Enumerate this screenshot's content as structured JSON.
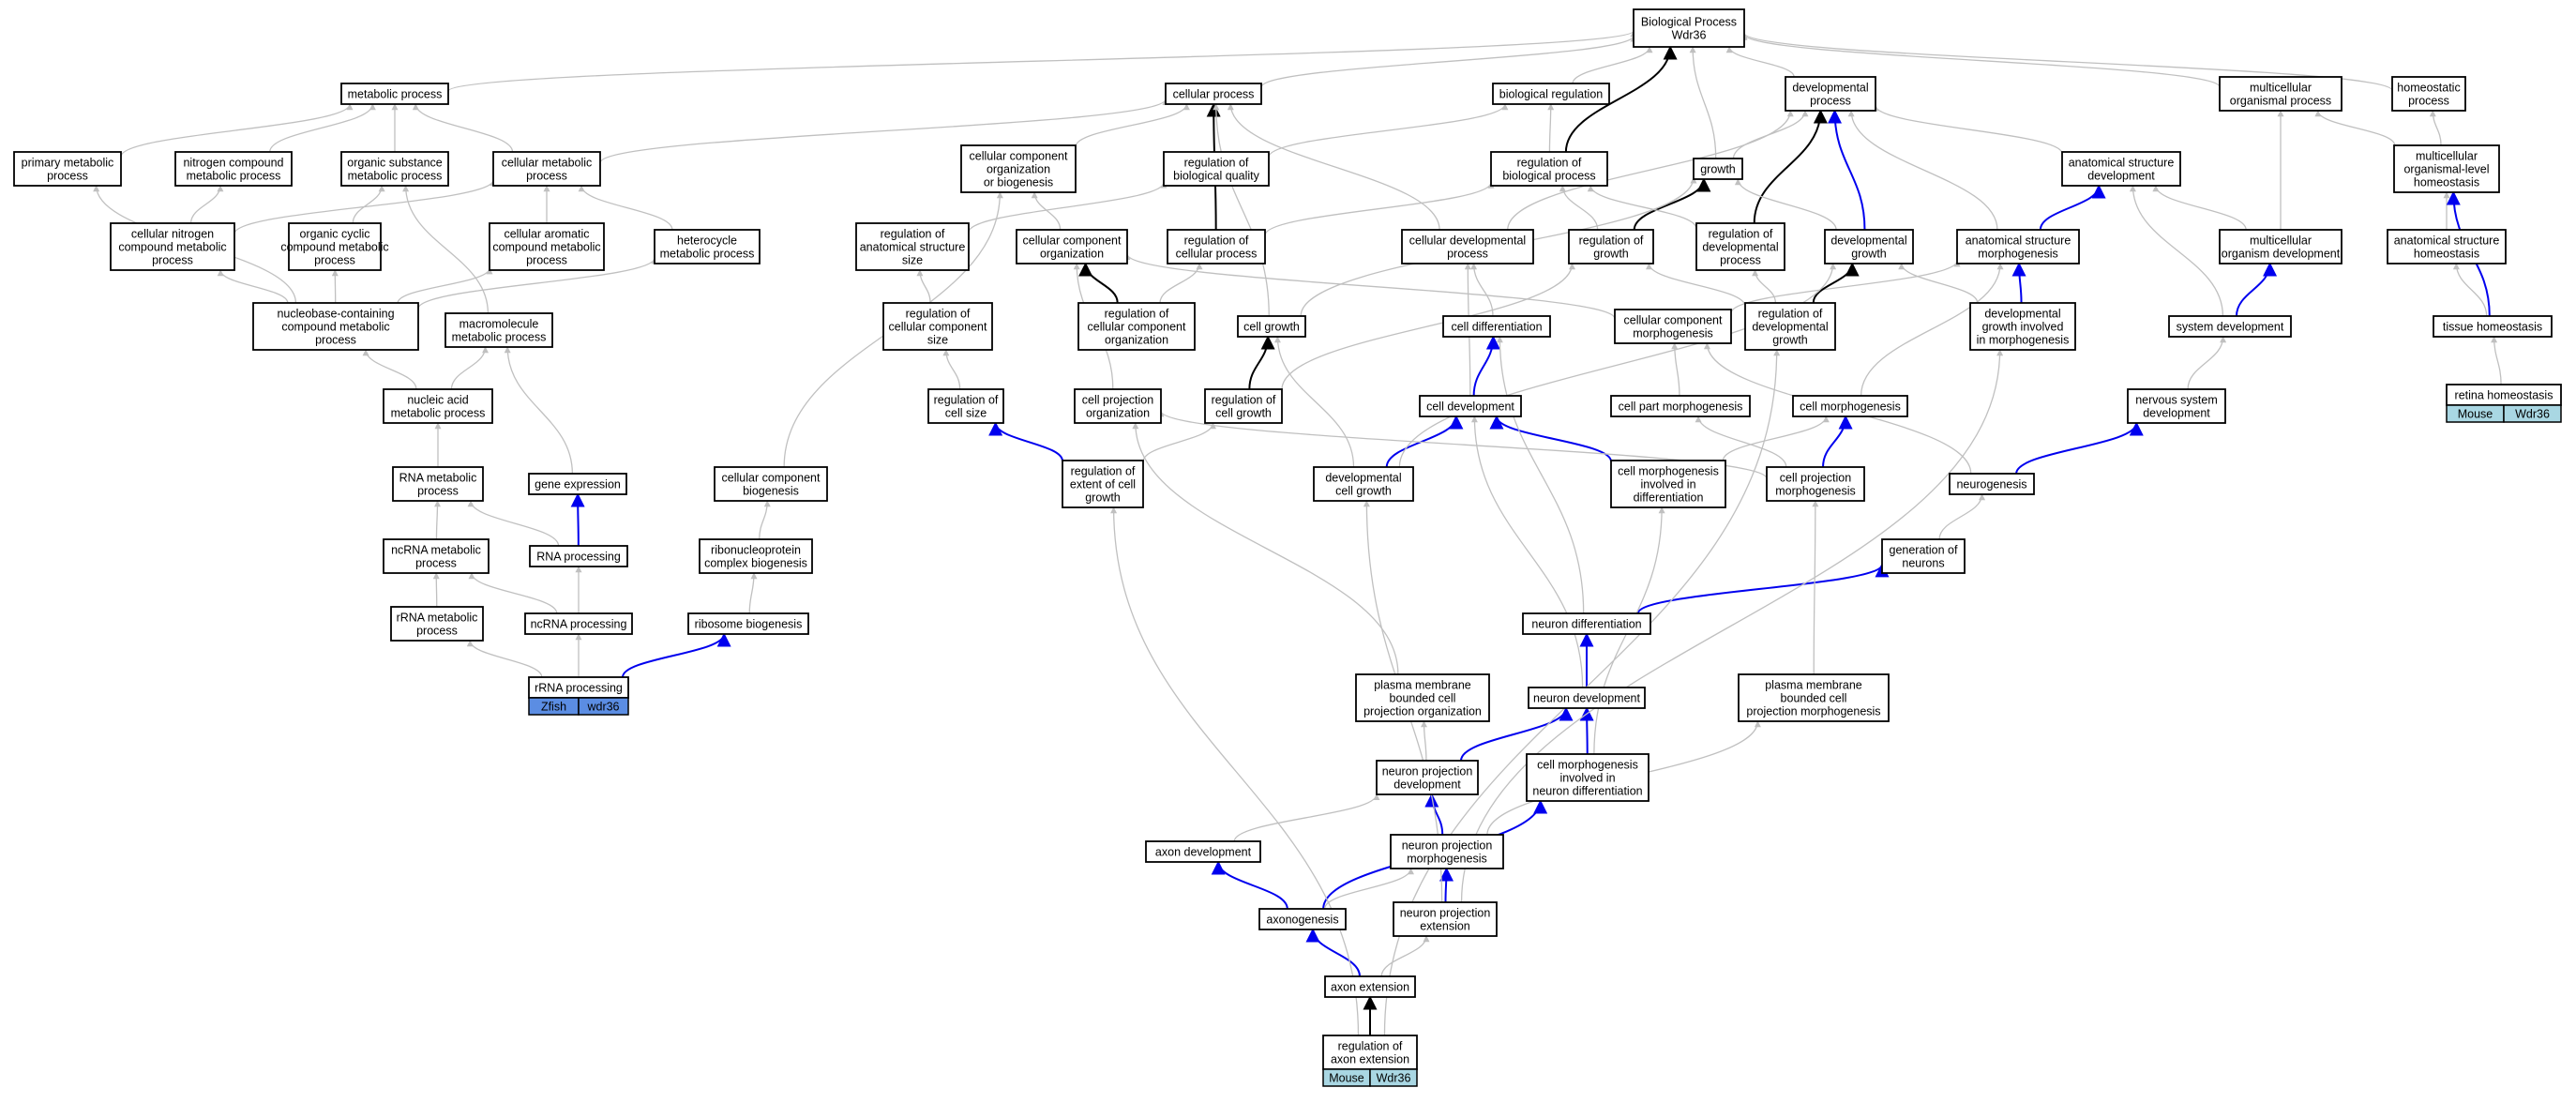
{
  "nodes": [
    {
      "id": "bp",
      "lines": [
        "Biological Process",
        "Wdr36"
      ]
    },
    {
      "id": "metabolic",
      "lines": [
        "metabolic process"
      ]
    },
    {
      "id": "cellproc",
      "lines": [
        "cellular process"
      ]
    },
    {
      "id": "bioreg",
      "lines": [
        "biological regulation"
      ]
    },
    {
      "id": "devproc",
      "lines": [
        "developmental",
        "process"
      ]
    },
    {
      "id": "multiorg",
      "lines": [
        "multicellular",
        "organismal process"
      ]
    },
    {
      "id": "homeoproc",
      "lines": [
        "homeostatic",
        "process"
      ]
    },
    {
      "id": "primmet",
      "lines": [
        "primary metabolic",
        "process"
      ]
    },
    {
      "id": "nitro",
      "lines": [
        "nitrogen compound",
        "metabolic process"
      ]
    },
    {
      "id": "orgsub",
      "lines": [
        "organic substance",
        "metabolic process"
      ]
    },
    {
      "id": "cellmet",
      "lines": [
        "cellular metabolic",
        "process"
      ]
    },
    {
      "id": "ccob",
      "lines": [
        "cellular component",
        "organization",
        "or biogenesis"
      ]
    },
    {
      "id": "regbq",
      "lines": [
        "regulation of",
        "biological quality"
      ]
    },
    {
      "id": "regbp",
      "lines": [
        "regulation of",
        "biological process"
      ]
    },
    {
      "id": "growth",
      "lines": [
        "growth"
      ]
    },
    {
      "id": "asd",
      "lines": [
        "anatomical structure",
        "development"
      ]
    },
    {
      "id": "morghomeo",
      "lines": [
        "multicellular",
        "organismal-level",
        "homeostasis"
      ]
    },
    {
      "id": "cnitro",
      "lines": [
        "cellular nitrogen",
        "compound metabolic",
        "process"
      ]
    },
    {
      "id": "ocyc",
      "lines": [
        "organic cyclic",
        "compound metabolic",
        "process"
      ]
    },
    {
      "id": "carom",
      "lines": [
        "cellular aromatic",
        "compound metabolic",
        "process"
      ]
    },
    {
      "id": "hetero",
      "lines": [
        "heterocycle",
        "metabolic process"
      ]
    },
    {
      "id": "regass",
      "lines": [
        "regulation of",
        "anatomical structure",
        "size"
      ]
    },
    {
      "id": "cco",
      "lines": [
        "cellular component",
        "organization"
      ]
    },
    {
      "id": "regcp",
      "lines": [
        "regulation of",
        "cellular process"
      ]
    },
    {
      "id": "celldevproc",
      "lines": [
        "cellular developmental",
        "process"
      ]
    },
    {
      "id": "reggrowth",
      "lines": [
        "regulation of",
        "growth"
      ]
    },
    {
      "id": "regdevproc",
      "lines": [
        "regulation of",
        "developmental",
        "process"
      ]
    },
    {
      "id": "devgrowth",
      "lines": [
        "developmental",
        "growth"
      ]
    },
    {
      "id": "asm",
      "lines": [
        "anatomical structure",
        "morphogenesis"
      ]
    },
    {
      "id": "mod",
      "lines": [
        "multicellular",
        "organism development"
      ]
    },
    {
      "id": "ash",
      "lines": [
        "anatomical structure",
        "homeostasis"
      ]
    },
    {
      "id": "nbc",
      "lines": [
        "nucleobase-containing",
        "compound metabolic",
        "process"
      ]
    },
    {
      "id": "macro",
      "lines": [
        "macromolecule",
        "metabolic process"
      ]
    },
    {
      "id": "regccs",
      "lines": [
        "regulation of",
        "cellular component",
        "size"
      ]
    },
    {
      "id": "regcco",
      "lines": [
        "regulation of",
        "cellular component",
        "organization"
      ]
    },
    {
      "id": "cellgrowth",
      "lines": [
        "cell growth"
      ]
    },
    {
      "id": "celldiff",
      "lines": [
        "cell differentiation"
      ]
    },
    {
      "id": "ccm",
      "lines": [
        "cellular component",
        "morphogenesis"
      ]
    },
    {
      "id": "regdevgrowth",
      "lines": [
        "regulation of",
        "developmental",
        "growth"
      ]
    },
    {
      "id": "dgim",
      "lines": [
        "developmental",
        "growth involved",
        "in morphogenesis"
      ]
    },
    {
      "id": "sysdev",
      "lines": [
        "system development"
      ]
    },
    {
      "id": "tissue",
      "lines": [
        "tissue homeostasis"
      ]
    },
    {
      "id": "nucacid",
      "lines": [
        "nucleic acid",
        "metabolic process"
      ]
    },
    {
      "id": "regcs",
      "lines": [
        "regulation of",
        "cell size"
      ]
    },
    {
      "id": "cpo",
      "lines": [
        "cell projection",
        "organization"
      ]
    },
    {
      "id": "regcg",
      "lines": [
        "regulation of",
        "cell growth"
      ]
    },
    {
      "id": "celldev",
      "lines": [
        "cell development"
      ]
    },
    {
      "id": "cpm",
      "lines": [
        "cell part morphogenesis"
      ]
    },
    {
      "id": "cellmorph",
      "lines": [
        "cell morphogenesis"
      ]
    },
    {
      "id": "nsd",
      "lines": [
        "nervous system",
        "development"
      ]
    },
    {
      "id": "retina",
      "lines": [
        "retina homeostasis"
      ]
    },
    {
      "id": "rnamet",
      "lines": [
        "RNA metabolic",
        "process"
      ]
    },
    {
      "id": "geneexp",
      "lines": [
        "gene expression"
      ]
    },
    {
      "id": "ccbio",
      "lines": [
        "cellular component",
        "biogenesis"
      ]
    },
    {
      "id": "regecg",
      "lines": [
        "regulation of",
        "extent of cell",
        "growth"
      ]
    },
    {
      "id": "devcg",
      "lines": [
        "developmental",
        "cell growth"
      ]
    },
    {
      "id": "cmid",
      "lines": [
        "cell morphogenesis",
        "involved in",
        "differentiation"
      ]
    },
    {
      "id": "cprojm",
      "lines": [
        "cell projection",
        "morphogenesis"
      ]
    },
    {
      "id": "neurogen",
      "lines": [
        "neurogenesis"
      ]
    },
    {
      "id": "ncrnamet",
      "lines": [
        "ncRNA metabolic",
        "process"
      ]
    },
    {
      "id": "rnaproc",
      "lines": [
        "RNA processing"
      ]
    },
    {
      "id": "rnpbio",
      "lines": [
        "ribonucleoprotein",
        "complex biogenesis"
      ]
    },
    {
      "id": "genneur",
      "lines": [
        "generation of",
        "neurons"
      ]
    },
    {
      "id": "rrnamet",
      "lines": [
        "rRNA metabolic",
        "process"
      ]
    },
    {
      "id": "ncrnaproc",
      "lines": [
        "ncRNA processing"
      ]
    },
    {
      "id": "ribobio",
      "lines": [
        "ribosome biogenesis"
      ]
    },
    {
      "id": "neurdiff",
      "lines": [
        "neuron differentiation"
      ]
    },
    {
      "id": "rrnaproc",
      "lines": [
        "rRNA processing"
      ]
    },
    {
      "id": "pmbcpo",
      "lines": [
        "plasma membrane",
        "bounded cell",
        "projection organization"
      ]
    },
    {
      "id": "neurdev",
      "lines": [
        "neuron development"
      ]
    },
    {
      "id": "pmbcpm",
      "lines": [
        "plasma membrane",
        "bounded cell",
        "projection morphogenesis"
      ]
    },
    {
      "id": "npd",
      "lines": [
        "neuron projection",
        "development"
      ]
    },
    {
      "id": "cmind",
      "lines": [
        "cell morphogenesis",
        "involved in",
        "neuron differentiation"
      ]
    },
    {
      "id": "axondev",
      "lines": [
        "axon development"
      ]
    },
    {
      "id": "npm",
      "lines": [
        "neuron projection",
        "morphogenesis"
      ]
    },
    {
      "id": "axonog",
      "lines": [
        "axonogenesis"
      ]
    },
    {
      "id": "npe",
      "lines": [
        "neuron projection",
        "extension"
      ]
    },
    {
      "id": "axext",
      "lines": [
        "axon extension"
      ]
    },
    {
      "id": "regaxext",
      "lines": [
        "regulation of",
        "axon extension"
      ]
    }
  ],
  "tags": [
    {
      "node": "rrnaproc",
      "left": "Zfish",
      "right": "wdr36",
      "color": "#5b8de3"
    },
    {
      "node": "retina",
      "left": "Mouse",
      "right": "Wdr36",
      "color": "#a9d7e3"
    },
    {
      "node": "regaxext",
      "left": "Mouse",
      "right": "Wdr36",
      "color": "#a9d7e3"
    }
  ],
  "edge_colors": {
    "gray": "#c0c0c0",
    "black": "#000000",
    "blue": "#0000ee"
  },
  "edges": [
    [
      "metabolic",
      "bp",
      "gray"
    ],
    [
      "cellproc",
      "bp",
      "gray"
    ],
    [
      "bioreg",
      "bp",
      "gray"
    ],
    [
      "devproc",
      "bp",
      "gray"
    ],
    [
      "multiorg",
      "bp",
      "gray"
    ],
    [
      "homeoproc",
      "bp",
      "gray"
    ],
    [
      "regbp",
      "bp",
      "black"
    ],
    [
      "growth",
      "bp",
      "gray"
    ],
    [
      "primmet",
      "metabolic",
      "gray"
    ],
    [
      "nitro",
      "metabolic",
      "gray"
    ],
    [
      "orgsub",
      "metabolic",
      "gray"
    ],
    [
      "cellmet",
      "metabolic",
      "gray"
    ],
    [
      "cellmet",
      "cellproc",
      "gray"
    ],
    [
      "ccob",
      "cellproc",
      "gray"
    ],
    [
      "regbq",
      "bioreg",
      "gray"
    ],
    [
      "regbp",
      "bioreg",
      "gray"
    ],
    [
      "regcp",
      "cellproc",
      "black"
    ],
    [
      "cellgrowth",
      "cellproc",
      "gray"
    ],
    [
      "celldevproc",
      "cellproc",
      "gray"
    ],
    [
      "asd",
      "devproc",
      "gray"
    ],
    [
      "regdevproc",
      "devproc",
      "black"
    ],
    [
      "devgrowth",
      "devproc",
      "blue"
    ],
    [
      "growth",
      "devproc",
      "gray"
    ],
    [
      "asm",
      "devproc",
      "gray"
    ],
    [
      "mod",
      "multiorg",
      "gray"
    ],
    [
      "morghomeo",
      "multiorg",
      "gray"
    ],
    [
      "morghomeo",
      "homeoproc",
      "gray"
    ],
    [
      "cnitro",
      "cellmet",
      "gray"
    ],
    [
      "cnitro",
      "nitro",
      "gray"
    ],
    [
      "ocyc",
      "orgsub",
      "gray"
    ],
    [
      "carom",
      "cellmet",
      "gray"
    ],
    [
      "hetero",
      "cellmet",
      "gray"
    ],
    [
      "regass",
      "regbq",
      "gray"
    ],
    [
      "cco",
      "ccob",
      "gray"
    ],
    [
      "regcp",
      "regbp",
      "gray"
    ],
    [
      "celldevproc",
      "devproc",
      "gray"
    ],
    [
      "reggrowth",
      "regbp",
      "gray"
    ],
    [
      "reggrowth",
      "growth",
      "black"
    ],
    [
      "regdevproc",
      "regbp",
      "gray"
    ],
    [
      "devgrowth",
      "growth",
      "gray"
    ],
    [
      "asm",
      "asd",
      "blue"
    ],
    [
      "mod",
      "asd",
      "gray"
    ],
    [
      "ash",
      "morghomeo",
      "gray"
    ],
    [
      "nbc",
      "cnitro",
      "gray"
    ],
    [
      "nbc",
      "ocyc",
      "gray"
    ],
    [
      "nbc",
      "carom",
      "gray"
    ],
    [
      "nbc",
      "hetero",
      "gray"
    ],
    [
      "nbc",
      "primmet",
      "gray"
    ],
    [
      "macro",
      "orgsub",
      "gray"
    ],
    [
      "regccs",
      "regass",
      "gray"
    ],
    [
      "regcco",
      "cco",
      "black"
    ],
    [
      "regcco",
      "regcp",
      "gray"
    ],
    [
      "cellgrowth",
      "growth",
      "gray"
    ],
    [
      "celldiff",
      "celldevproc",
      "gray"
    ],
    [
      "ccm",
      "cco",
      "gray"
    ],
    [
      "ccm",
      "asm",
      "gray"
    ],
    [
      "regdevgrowth",
      "regdevproc",
      "gray"
    ],
    [
      "regdevgrowth",
      "devgrowth",
      "black"
    ],
    [
      "regdevgrowth",
      "reggrowth",
      "gray"
    ],
    [
      "dgim",
      "asm",
      "blue"
    ],
    [
      "dgim",
      "devgrowth",
      "gray"
    ],
    [
      "sysdev",
      "mod",
      "blue"
    ],
    [
      "sysdev",
      "asd",
      "gray"
    ],
    [
      "tissue",
      "morghomeo",
      "blue"
    ],
    [
      "tissue",
      "ash",
      "gray"
    ],
    [
      "nucacid",
      "nbc",
      "gray"
    ],
    [
      "nucacid",
      "macro",
      "gray"
    ],
    [
      "regcs",
      "regccs",
      "gray"
    ],
    [
      "cpo",
      "cco",
      "gray"
    ],
    [
      "regcg",
      "cellgrowth",
      "black"
    ],
    [
      "regcg",
      "reggrowth",
      "gray"
    ],
    [
      "celldev",
      "celldiff",
      "blue"
    ],
    [
      "celldev",
      "celldevproc",
      "gray"
    ],
    [
      "cpm",
      "ccm",
      "gray"
    ],
    [
      "cellmorph",
      "asm",
      "gray"
    ],
    [
      "nsd",
      "sysdev",
      "gray"
    ],
    [
      "retina",
      "tissue",
      "gray"
    ],
    [
      "rnamet",
      "nucacid",
      "gray"
    ],
    [
      "geneexp",
      "macro",
      "gray"
    ],
    [
      "ccbio",
      "ccob",
      "gray"
    ],
    [
      "regecg",
      "regcs",
      "blue"
    ],
    [
      "regecg",
      "regcg",
      "gray"
    ],
    [
      "devcg",
      "celldev",
      "blue"
    ],
    [
      "devcg",
      "cellgrowth",
      "gray"
    ],
    [
      "devcg",
      "devgrowth",
      "gray"
    ],
    [
      "cmid",
      "celldev",
      "blue"
    ],
    [
      "cmid",
      "cellmorph",
      "gray"
    ],
    [
      "cprojm",
      "cellmorph",
      "blue"
    ],
    [
      "cprojm",
      "cpo",
      "gray"
    ],
    [
      "cprojm",
      "cpm",
      "gray"
    ],
    [
      "neurogen",
      "nsd",
      "blue"
    ],
    [
      "neurogen",
      "ccm",
      "gray"
    ],
    [
      "ncrnamet",
      "rnamet",
      "gray"
    ],
    [
      "rnaproc",
      "geneexp",
      "blue"
    ],
    [
      "rnaproc",
      "rnamet",
      "gray"
    ],
    [
      "rnpbio",
      "ccbio",
      "gray"
    ],
    [
      "genneur",
      "neurogen",
      "gray"
    ],
    [
      "rrnamet",
      "ncrnamet",
      "gray"
    ],
    [
      "ncrnaproc",
      "rnaproc",
      "gray"
    ],
    [
      "ncrnaproc",
      "ncrnamet",
      "gray"
    ],
    [
      "ribobio",
      "rnpbio",
      "gray"
    ],
    [
      "neurdiff",
      "genneur",
      "blue"
    ],
    [
      "neurdiff",
      "celldiff",
      "gray"
    ],
    [
      "rrnaproc",
      "rrnamet",
      "gray"
    ],
    [
      "rrnaproc",
      "ncrnaproc",
      "gray"
    ],
    [
      "rrnaproc",
      "ribobio",
      "blue"
    ],
    [
      "pmbcpo",
      "cpo",
      "gray"
    ],
    [
      "neurdev",
      "neurdiff",
      "blue"
    ],
    [
      "neurdev",
      "celldev",
      "gray"
    ],
    [
      "pmbcpm",
      "cprojm",
      "gray"
    ],
    [
      "npd",
      "neurdev",
      "blue"
    ],
    [
      "npd",
      "pmbcpo",
      "gray"
    ],
    [
      "cmind",
      "neurdev",
      "blue"
    ],
    [
      "cmind",
      "cmid",
      "gray"
    ],
    [
      "axondev",
      "npd",
      "gray"
    ],
    [
      "npm",
      "npd",
      "blue"
    ],
    [
      "npm",
      "pmbcpm",
      "gray"
    ],
    [
      "axonog",
      "axondev",
      "blue"
    ],
    [
      "axonog",
      "cmind",
      "blue"
    ],
    [
      "axonog",
      "npm",
      "gray"
    ],
    [
      "npe",
      "npm",
      "blue"
    ],
    [
      "npe",
      "devcg",
      "gray"
    ],
    [
      "npe",
      "dgim",
      "gray"
    ],
    [
      "axext",
      "axonog",
      "blue"
    ],
    [
      "axext",
      "npe",
      "gray"
    ],
    [
      "regaxext",
      "axext",
      "black"
    ],
    [
      "regaxext",
      "regecg",
      "gray"
    ],
    [
      "regaxext",
      "regdevgrowth",
      "gray"
    ]
  ]
}
